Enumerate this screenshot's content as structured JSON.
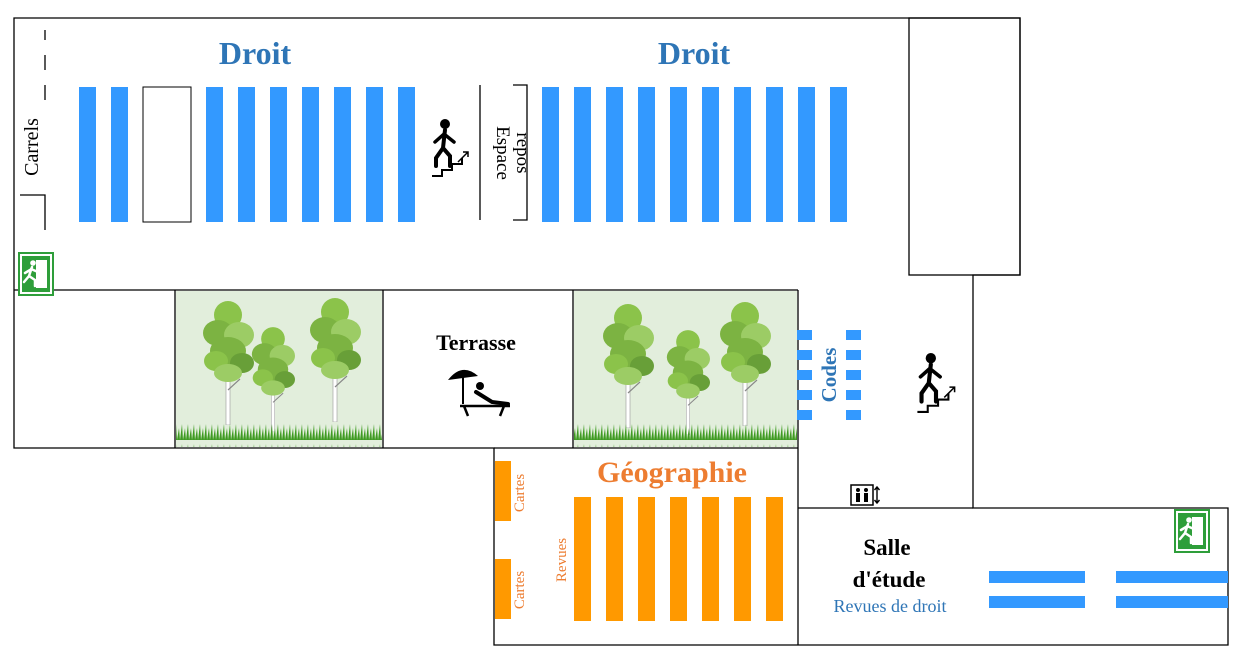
{
  "labels": {
    "droit_left": "Droit",
    "droit_right": "Droit",
    "carrels": "Carrels",
    "espace_line1": "Espace",
    "espace_line2": "repos",
    "terrasse": "Terrasse",
    "codes": "Codes",
    "geographie": "Géographie",
    "cartes_top": "Cartes",
    "cartes_bottom": "Cartes",
    "revues": "Revues",
    "salle_line1": "Salle",
    "salle_line2": "d'étude",
    "revues_droit": "Revues de droit"
  },
  "colors": {
    "blue_shelf": "#3399ff",
    "orange_shelf": "#ff9900",
    "droit_text": "#2e75b6",
    "geo_text": "#ed7d31",
    "exit_green": "#2e9e3a",
    "garden_bg": "#e2eedc",
    "wall": "#000000"
  },
  "icons": {
    "stairs": "stairs-icon",
    "exit": "emergency-exit-icon",
    "elevator": "elevator-icon",
    "lounger": "sun-lounger-icon",
    "tree": "tree-icon"
  }
}
